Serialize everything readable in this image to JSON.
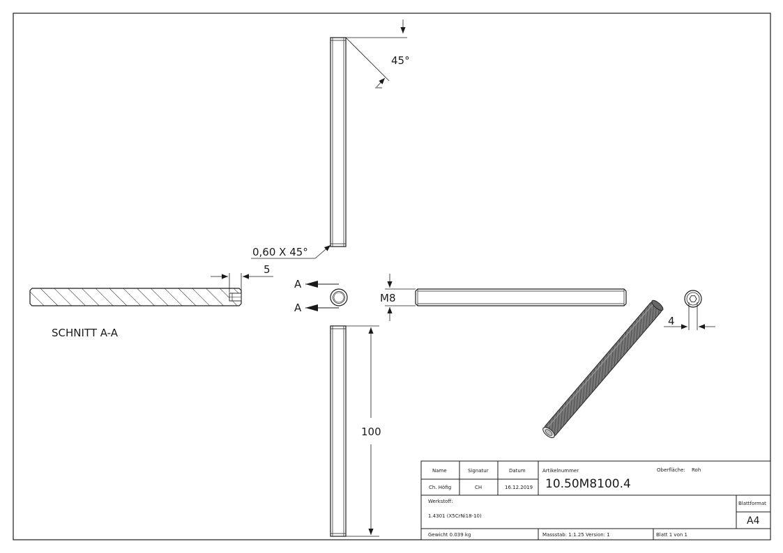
{
  "drawing": {
    "chamfer_angle": "45°",
    "chamfer_callout": "0,60 X 45°",
    "bore_depth": "5",
    "section_marker": "A",
    "thread_size": "M8",
    "length": "100",
    "socket_width": "4",
    "section_title": "SCHNITT A-A"
  },
  "title_block": {
    "name_header": "Name",
    "signature_header": "Signatur",
    "date_header": "Datum",
    "name_value": "Ch. Höfig",
    "signature_value": "CH",
    "date_value": "16.12.2019",
    "article_label": "Artikelnummer",
    "article_number": "10.50M8100.4",
    "surface_label": "Oberfläche:",
    "surface_value": "Roh",
    "material_label": "Werkstoff:",
    "material_value": "1.4301 (X5CrNi18-10)",
    "sheet_format_label": "Blattformat",
    "sheet_format_value": "A4",
    "weight": "Gewicht 0.039 kg",
    "scale_version": "Massstab: 1:1.25   Version: 1",
    "sheet_count": "Blatt 1 von 1"
  },
  "colors": {
    "line": "#1a1a1a",
    "part_fill": "#f2f2f2",
    "iso_thread": "#555555"
  }
}
